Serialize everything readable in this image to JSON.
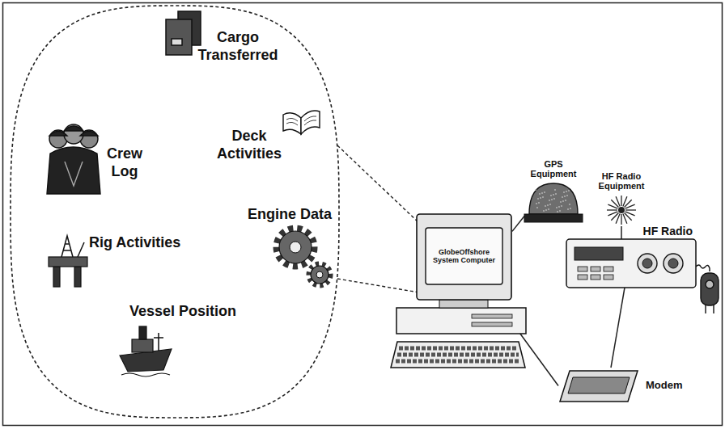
{
  "diagram": {
    "nodes": [
      {
        "text": [
          "GPS Equipment"
        ]
      },
      {
        "text": [
          "HF Radio Equipment"
        ]
      },
      {
        "text": [
          "HF Radio"
        ]
      },
      {
        "text": [
          "GlobeOffshore System Computer"
        ]
      },
      {
        "text": [
          "Modem"
        ]
      }
    ],
    "edges": [
      {
        "from": 0,
        "to": 3,
        "arrow": "none"
      },
      {
        "from": 1,
        "to": 2,
        "arrow": "none"
      },
      {
        "from": 2,
        "to": 4,
        "arrow": "none"
      },
      {
        "from": 3,
        "to": 4,
        "arrow": "none"
      }
    ],
    "labels": [
      "Cargo Transferred",
      "Deck Activities",
      "Crew Log",
      "Engine Data",
      "Rig Activities",
      "Vessel Position"
    ]
  }
}
